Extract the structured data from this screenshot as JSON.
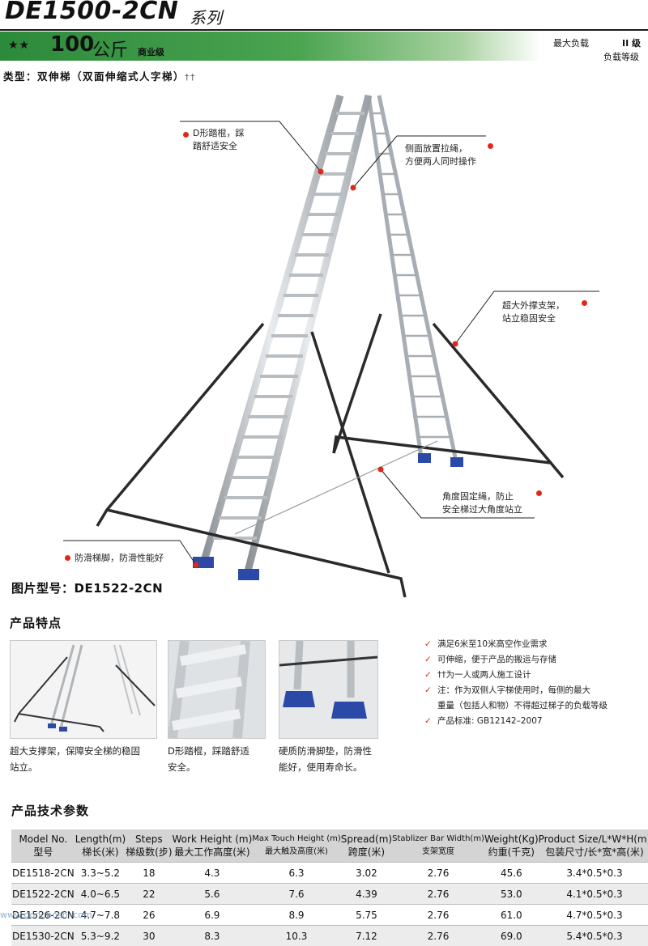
{
  "header": {
    "model": "DE1500-2CN",
    "series": "系列",
    "stars": "★★",
    "load_value": "100",
    "load_unit": "公斤",
    "load_grade": "商业级",
    "max_load_label": "最大负载",
    "grade_value": "II 级",
    "grade_label": "负载等级"
  },
  "type_line": "类型：双伸梯（双面伸缩式人字梯）",
  "type_dagger": "††",
  "callouts": {
    "d_rung": [
      "D形踏棍，踩",
      "踏舒适安全"
    ],
    "side_rope": [
      "侧面放置拉绳，",
      "方便两人同时操作"
    ],
    "outrigger": [
      "超大外撑支架，",
      "站立稳固安全"
    ],
    "angle_rope": [
      "角度固定绳，防止",
      "安全梯过大角度站立"
    ],
    "feet": [
      "防滑梯脚，防滑性能好"
    ]
  },
  "picture_model": "图片型号：DE1522-2CN",
  "features_title": "产品特点",
  "thumb_captions": [
    [
      "超大支撑架，保障安全梯的稳固",
      "站立。"
    ],
    [
      "D形踏棍，踩踏舒适",
      "安全。"
    ],
    [
      "硬质防滑脚垫，防滑性",
      "能好，使用寿命长。"
    ]
  ],
  "feature_list": [
    {
      "line": "满足6米至10米高空作业需求"
    },
    {
      "line": "可伸缩，便于产品的搬运与存储"
    },
    {
      "line": "††为一人或两人施工设计"
    },
    {
      "line": "注：作为双侧人字梯使用时，每侧的最大",
      "cont": "重量（包括人和物）不得超过梯子的负载等级"
    },
    {
      "line": "产品标准: GB12142–2007"
    }
  ],
  "spec_title": "产品技术参数",
  "spec_headers": [
    {
      "en": "Model No.",
      "cn": "型号"
    },
    {
      "en": "Length(m)",
      "cn": "梯长(米)"
    },
    {
      "en": "Steps",
      "cn": "梯级数(步)"
    },
    {
      "en": "Work Height (m)",
      "cn": "最大工作高度(米)"
    },
    {
      "en": "Max Touch Height (m)",
      "cn": "最大触及高度(米)"
    },
    {
      "en": "Spread(m)",
      "cn": "跨度(米)"
    },
    {
      "en": "Stablizer Bar Width(m)",
      "cn": "支架宽度"
    },
    {
      "en": "Weight(Kg)",
      "cn": "约重(千克)"
    },
    {
      "en": "Product Size/L*W*H(m)",
      "cn": "包装尺寸/长*宽*高(米)"
    }
  ],
  "spec_rows": [
    [
      "DE1518-2CN",
      "3.3~5.2",
      "18",
      "4.3",
      "6.3",
      "3.02",
      "2.76",
      "45.6",
      "3.4*0.5*0.3"
    ],
    [
      "DE1522-2CN",
      "4.0~6.5",
      "22",
      "5.6",
      "7.6",
      "4.39",
      "2.76",
      "53.0",
      "4.1*0.5*0.3"
    ],
    [
      "DE1526-2CN",
      "4.7~7.8",
      "26",
      "6.9",
      "8.9",
      "5.75",
      "2.76",
      "61.0",
      "4.7*0.5*0.3"
    ],
    [
      "DE1530-2CN",
      "5.3~9.2",
      "30",
      "8.3",
      "10.3",
      "7.12",
      "2.76",
      "69.0",
      "5.4*0.5*0.3"
    ]
  ],
  "watermark": "www.gongboshi.com",
  "colors": {
    "brand_green": "#2c8a3b",
    "accent_red": "#e1261c",
    "table_header": "#d4d4d4"
  }
}
